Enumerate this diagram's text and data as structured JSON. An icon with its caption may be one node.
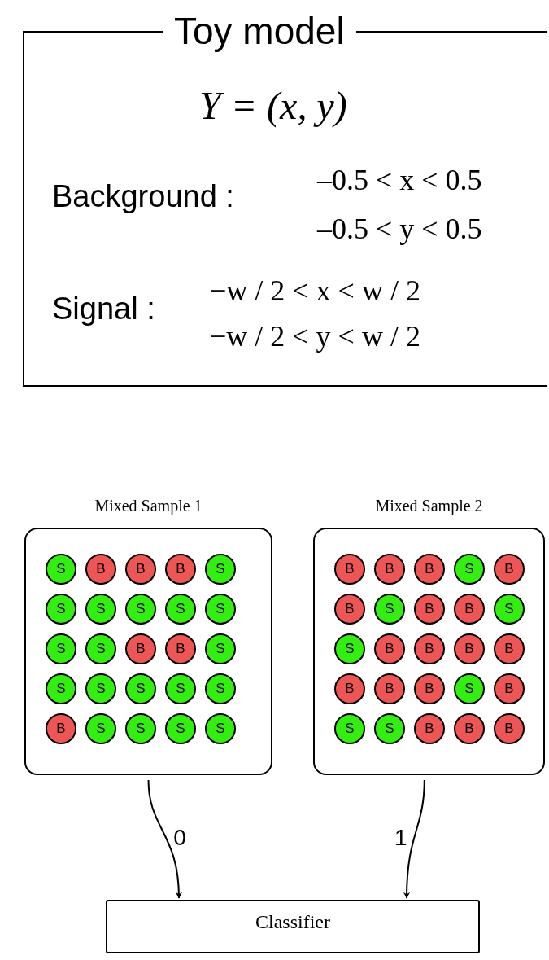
{
  "diagram": {
    "nodes": [
      {
        "text": [
          "Toy model",
          "Y = (x, y)",
          "Background :",
          "–0.5 < x < 0.5",
          "–0.5 < y < 0.5",
          "Signal :",
          "−w / 2 < x < w / 2",
          "−w / 2 < y < w / 2"
        ]
      },
      {
        "text": [
          "Mixed Sample 1"
        ]
      },
      {
        "text": [
          "S"
        ],
        "in": 1
      },
      {
        "text": [
          "B"
        ],
        "in": 1
      },
      {
        "text": [
          "B"
        ],
        "in": 1
      },
      {
        "text": [
          "B"
        ],
        "in": 1
      },
      {
        "text": [
          "S"
        ],
        "in": 1
      },
      {
        "text": [
          "S"
        ],
        "in": 1
      },
      {
        "text": [
          "S"
        ],
        "in": 1
      },
      {
        "text": [
          "S"
        ],
        "in": 1
      },
      {
        "text": [
          "S"
        ],
        "in": 1
      },
      {
        "text": [
          "S"
        ],
        "in": 1
      },
      {
        "text": [
          "S"
        ],
        "in": 1
      },
      {
        "text": [
          "S"
        ],
        "in": 1
      },
      {
        "text": [
          "B"
        ],
        "in": 1
      },
      {
        "text": [
          "B"
        ],
        "in": 1
      },
      {
        "text": [
          "S"
        ],
        "in": 1
      },
      {
        "text": [
          "S"
        ],
        "in": 1
      },
      {
        "text": [
          "S"
        ],
        "in": 1
      },
      {
        "text": [
          "S"
        ],
        "in": 1
      },
      {
        "text": [
          "S"
        ],
        "in": 1
      },
      {
        "text": [
          "S"
        ],
        "in": 1
      },
      {
        "text": [
          "B"
        ],
        "in": 1
      },
      {
        "text": [
          "S"
        ],
        "in": 1
      },
      {
        "text": [
          "S"
        ],
        "in": 1
      },
      {
        "text": [
          "S"
        ],
        "in": 1
      },
      {
        "text": [
          "S"
        ],
        "in": 1
      },
      {
        "text": [
          "Mixed Sample 2"
        ]
      },
      {
        "text": [
          "B"
        ],
        "in": 27
      },
      {
        "text": [
          "B"
        ],
        "in": 27
      },
      {
        "text": [
          "B"
        ],
        "in": 27
      },
      {
        "text": [
          "S"
        ],
        "in": 27
      },
      {
        "text": [
          "B"
        ],
        "in": 27
      },
      {
        "text": [
          "B"
        ],
        "in": 27
      },
      {
        "text": [
          "S"
        ],
        "in": 27
      },
      {
        "text": [
          "B"
        ],
        "in": 27
      },
      {
        "text": [
          "B"
        ],
        "in": 27
      },
      {
        "text": [
          "S"
        ],
        "in": 27
      },
      {
        "text": [
          "S"
        ],
        "in": 27
      },
      {
        "text": [
          "B"
        ],
        "in": 27
      },
      {
        "text": [
          "B"
        ],
        "in": 27
      },
      {
        "text": [
          "B"
        ],
        "in": 27
      },
      {
        "text": [
          "B"
        ],
        "in": 27
      },
      {
        "text": [
          "B"
        ],
        "in": 27
      },
      {
        "text": [
          "B"
        ],
        "in": 27
      },
      {
        "text": [
          "B"
        ],
        "in": 27
      },
      {
        "text": [
          "S"
        ],
        "in": 27
      },
      {
        "text": [
          "B"
        ],
        "in": 27
      },
      {
        "text": [
          "S"
        ],
        "in": 27
      },
      {
        "text": [
          "S"
        ],
        "in": 27
      },
      {
        "text": [
          "B"
        ],
        "in": 27
      },
      {
        "text": [
          "B"
        ],
        "in": 27
      },
      {
        "text": [
          "B"
        ],
        "in": 27
      },
      {
        "text": [
          "Classifier"
        ]
      }
    ],
    "edges": [
      {
        "from": 1,
        "to": 53,
        "arrow": "to",
        "label": "0"
      },
      {
        "from": 27,
        "to": 53,
        "arrow": "to",
        "label": "1"
      }
    ]
  }
}
